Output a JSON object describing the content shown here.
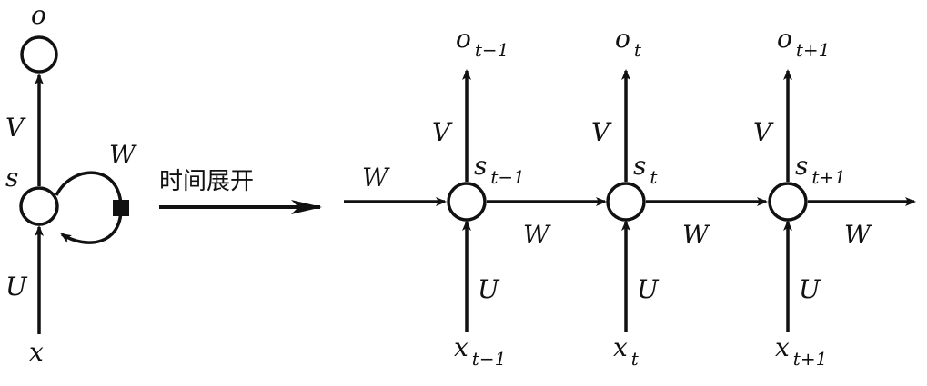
{
  "folded": {
    "output": "o",
    "state": "s",
    "input": "x",
    "weights": {
      "input": "U",
      "output": "V",
      "recurrent": "W"
    }
  },
  "unfold_label": "时间展开",
  "unrolled": {
    "incoming_weight": "W",
    "steps": [
      {
        "output": "o",
        "output_sub": "t−1",
        "state": "s",
        "state_sub": "t−1",
        "input": "x",
        "input_sub": "t−1",
        "V": "V",
        "U": "U",
        "W": "W"
      },
      {
        "output": "o",
        "output_sub": "t",
        "state": "s",
        "state_sub": "t",
        "input": "x",
        "input_sub": "t",
        "V": "V",
        "U": "U",
        "W": "W"
      },
      {
        "output": "o",
        "output_sub": "t+1",
        "state": "s",
        "state_sub": "t+1",
        "input": "x",
        "input_sub": "t+1",
        "V": "V",
        "U": "U",
        "W": "W"
      }
    ]
  }
}
